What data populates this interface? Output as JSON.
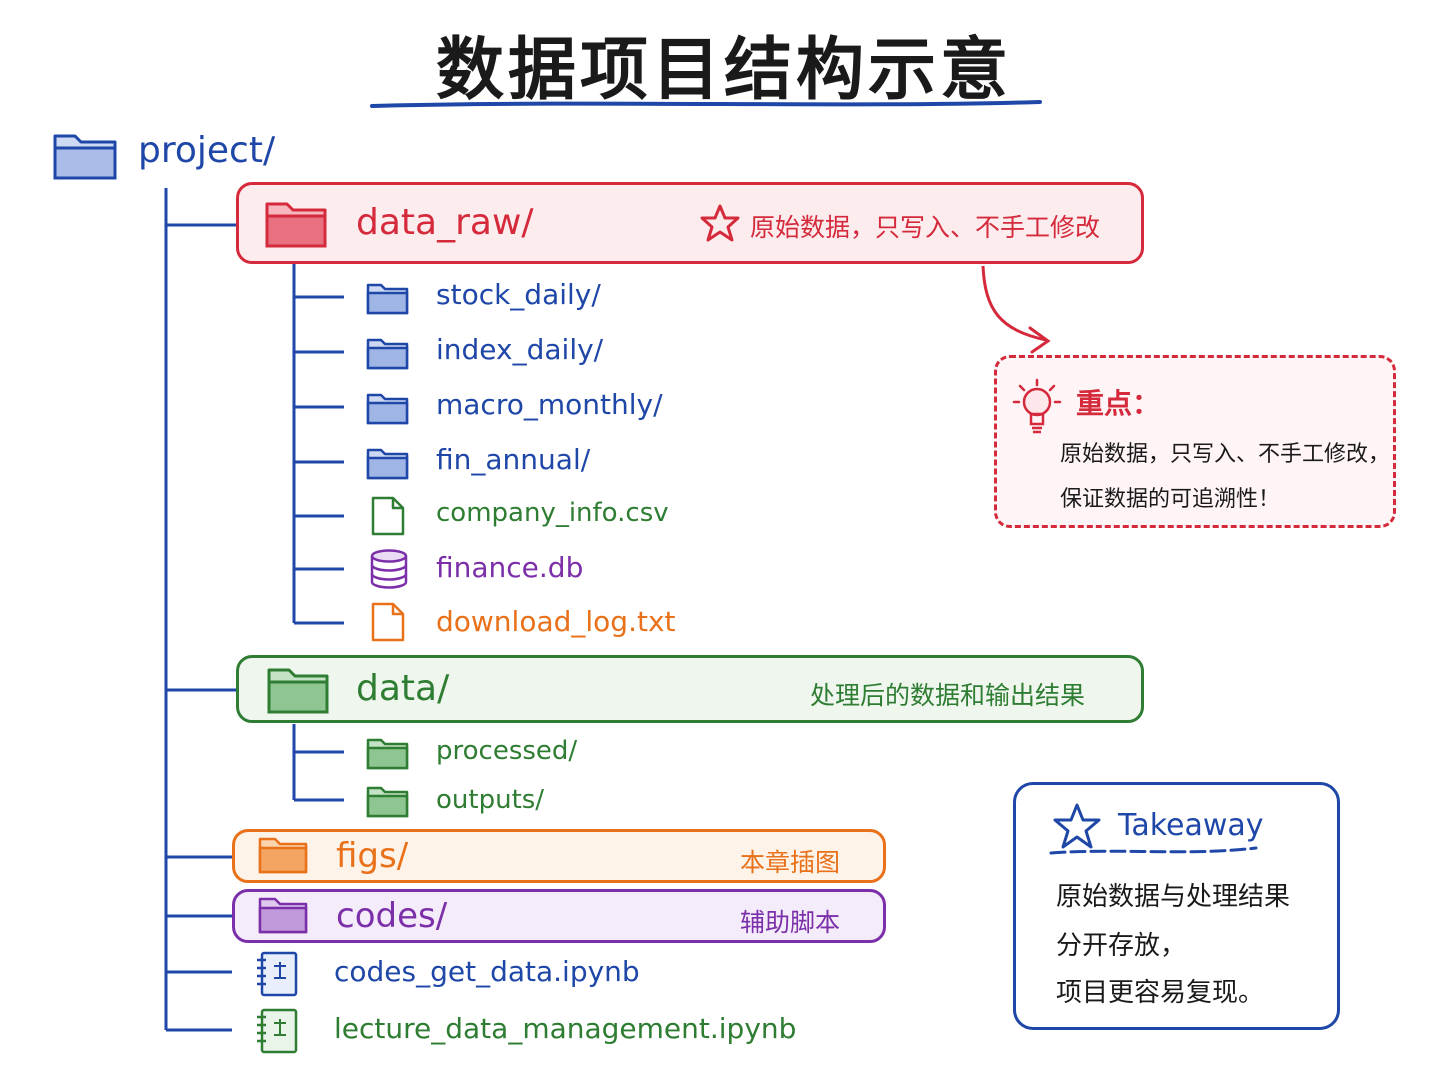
{
  "title": "数据项目结构示意",
  "root": {
    "label": "project/"
  },
  "data_raw": {
    "label": "data_raw/",
    "note": "原始数据，只写入、不手工修改",
    "children": [
      {
        "label": "stock_daily/",
        "type": "folder"
      },
      {
        "label": "index_daily/",
        "type": "folder"
      },
      {
        "label": "macro_monthly/",
        "type": "folder"
      },
      {
        "label": "fin_annual/",
        "type": "folder"
      },
      {
        "label": "company_info.csv",
        "type": "file"
      },
      {
        "label": "finance.db",
        "type": "database"
      },
      {
        "label": "download_log.txt",
        "type": "file"
      }
    ]
  },
  "callout": {
    "heading": "重点：",
    "line1": "原始数据，只写入、不手工修改，",
    "line2": "保证数据的可追溯性！"
  },
  "data": {
    "label": "data/",
    "note": "处理后的数据和输出结果",
    "children": [
      {
        "label": "processed/",
        "type": "folder"
      },
      {
        "label": "outputs/",
        "type": "folder"
      }
    ]
  },
  "figs": {
    "label": "figs/",
    "note": "本章插图"
  },
  "codes": {
    "label": "codes/",
    "note": "辅助脚本"
  },
  "notebooks": [
    {
      "label": "codes_get_data.ipynb"
    },
    {
      "label": "lecture_data_management.ipynb"
    }
  ],
  "takeaway": {
    "heading": "Takeaway",
    "line1": "原始数据与处理结果",
    "line2": "分开存放，",
    "line3": "项目更容易复现。"
  },
  "colors": {
    "blue": "#1f47a8",
    "red": "#d42a3c",
    "green": "#2e7d32",
    "orange": "#e8711a",
    "purple": "#7b2fa8",
    "ink": "#1a1a1a"
  }
}
